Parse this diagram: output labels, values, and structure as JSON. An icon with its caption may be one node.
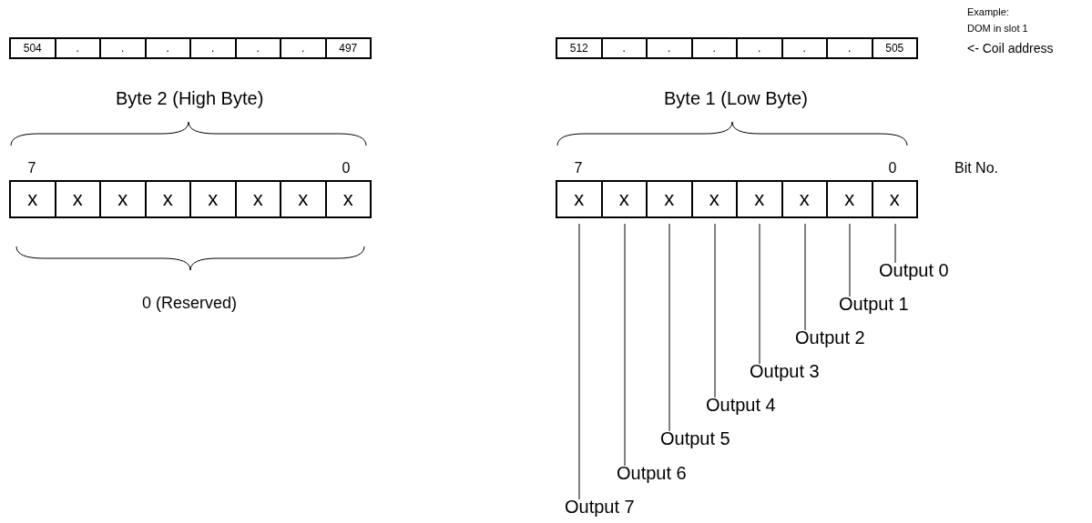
{
  "diagram": {
    "nodes": [
      {
        "text": [
          "x"
        ]
      },
      {
        "text": [
          "x"
        ]
      },
      {
        "text": [
          "x"
        ]
      },
      {
        "text": [
          "x"
        ]
      },
      {
        "text": [
          "x"
        ]
      },
      {
        "text": [
          "x"
        ]
      },
      {
        "text": [
          "x"
        ]
      },
      {
        "text": [
          "x"
        ]
      },
      {
        "text": [
          "x"
        ]
      },
      {
        "text": [
          "x"
        ]
      },
      {
        "text": [
          "x"
        ]
      },
      {
        "text": [
          "x"
        ]
      },
      {
        "text": [
          "x"
        ]
      },
      {
        "text": [
          "x"
        ]
      },
      {
        "text": [
          "x"
        ]
      },
      {
        "text": [
          "x"
        ]
      },
      {
        "text": [
          "Output 0"
        ]
      },
      {
        "text": [
          "Output 1"
        ]
      },
      {
        "text": [
          "Output 2"
        ]
      },
      {
        "text": [
          "Output 3"
        ]
      },
      {
        "text": [
          "Output 4"
        ]
      },
      {
        "text": [
          "Output 5"
        ]
      },
      {
        "text": [
          "Output 6"
        ]
      },
      {
        "text": [
          "Output 7"
        ]
      }
    ],
    "edges": [
      {
        "from": 16,
        "to": 15,
        "arrow": "none"
      },
      {
        "from": 17,
        "to": 14,
        "arrow": "none"
      },
      {
        "from": 18,
        "to": 13,
        "arrow": "none"
      },
      {
        "from": 19,
        "to": 12,
        "arrow": "none"
      },
      {
        "from": 20,
        "to": 11,
        "arrow": "none"
      },
      {
        "from": 21,
        "to": 10,
        "arrow": "none"
      },
      {
        "from": 22,
        "to": 9,
        "arrow": "none"
      },
      {
        "from": 23,
        "to": 8,
        "arrow": "none"
      }
    ],
    "labels": [
      "Example:",
      "DOM in slot 1",
      "504",
      ".",
      ".",
      ".",
      ".",
      ".",
      ".",
      "497",
      "512",
      ".",
      ".",
      ".",
      ".",
      ".",
      ".",
      "505",
      "<- Coil address",
      "Byte 2 (High Byte)",
      "Byte 1 (Low Byte)",
      "7",
      "0",
      "7",
      "0",
      "Bit No.",
      "0 (Reserved)"
    ]
  }
}
